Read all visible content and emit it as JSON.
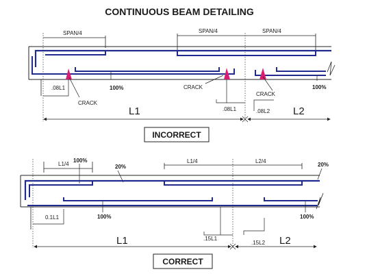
{
  "title": "CONTINUOUS BEAM DETAILING",
  "incorrect": {
    "caption": "INCORRECT",
    "span_label_1": "SPAN/4",
    "span_label_2": "SPAN/4",
    "span_label_3": "SPAN/4",
    "crack_1": "CRACK",
    "crack_2": "CRACK",
    "crack_3": "CRACK",
    "bottom_pct_1": "100%",
    "bottom_pct_2": "100%",
    "dim_08l1_left": ".08L1",
    "dim_08l1_right": ".08L1",
    "dim_08l2": ".08L2",
    "span_l1": "L1",
    "span_l2": "L2"
  },
  "correct": {
    "caption": "CORRECT",
    "top_l1_4": "L1/4",
    "top_l1_4_mid": "L1/4",
    "top_l2_4": "L2/4",
    "top_pct_100": "100%",
    "top_pct_20_left": "20%",
    "top_pct_20_right": "20%",
    "bottom_pct_1": "100%",
    "bottom_pct_2": "100%",
    "dim_01l1": "0.1L1",
    "dim_15l1": ".15L1",
    "dim_15l2": ".15L2",
    "span_l1": "L1",
    "span_l2": "L2"
  },
  "colors": {
    "rebar": "#1f2a8c",
    "outline": "#222222",
    "crack": "#d81e72"
  }
}
